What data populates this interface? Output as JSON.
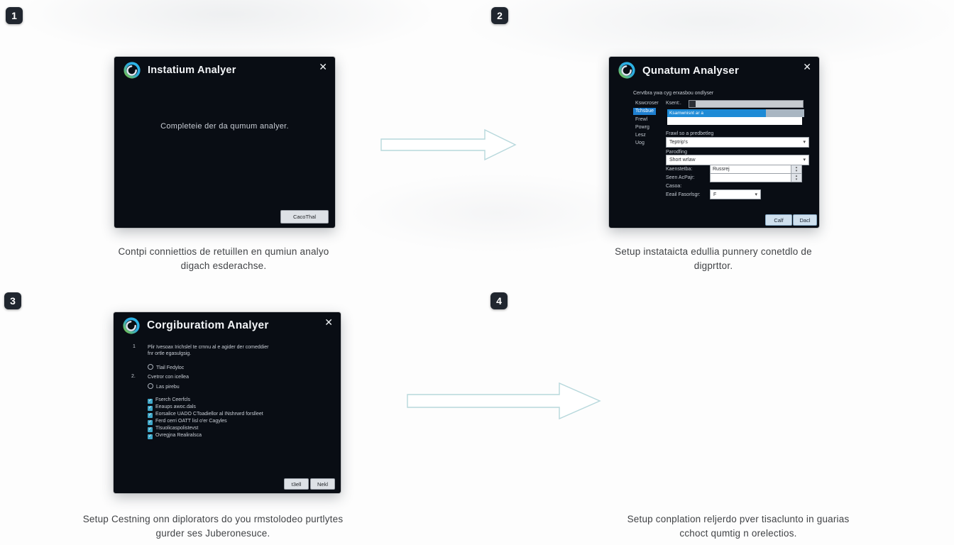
{
  "badges": {
    "b1": "1",
    "b2": "2",
    "b3": "3",
    "b4": "4"
  },
  "captions": {
    "c1a": "Contpi conniettios de retuillen en qumiun analyo",
    "c1b": "digach esderachse.",
    "c2a": "Setup instataicta edullia punnery conetdlo de",
    "c2b": "digprttor.",
    "c3a": "Setup Cestning onn diplorators do you rmstolodeo purtlytes",
    "c3b": "gurder ses Juberonesuce.",
    "c4a": "Setup conplation reljerdo pver tisaclunto in guarias",
    "c4b": "cchoct qumtig n orelectios."
  },
  "w1": {
    "title": "Instatium Analyer",
    "close": "✕",
    "body_text": "Completeie der da qumum analyer.",
    "button": "CacoThal"
  },
  "w2": {
    "title": "Qunatum Analyser",
    "close": "✕",
    "header": "Cervtbra ywa cyg erxasbou ondlyser",
    "sidebar": [
      "Kswcroser",
      "Tchsbue",
      "Frewl",
      "Powrg",
      "Lesz",
      "Uog"
    ],
    "name_label": "Ksent:.",
    "list_selected": "Ksamwnisnt ar a",
    "dd1_label": "Frawl so a predbetleg",
    "dd1_value": "Teptrip's",
    "dd2_label": "Parodfing",
    "dd2_value": "Short wrlaw",
    "spin1_label": "Kaenstetba:",
    "spin1_value": "Russrej",
    "spin2_label": "Seen AcPajr:",
    "spin2_value": "",
    "caso_label": "Casoa:",
    "email_label": "Eeail Fasorlsgr:",
    "email_value": "F",
    "btn1": "Calf",
    "btn2": "Dacl"
  },
  "w3": {
    "title": "Corgiburatiom Analyer",
    "close": "✕",
    "item1_num": "1",
    "item1_line1": "Plir Ivesoax Irichslel te crnnu al e agider der comeddier",
    "item1_line2": "fnr ortle egasulgsig.",
    "radio1": "Tlail Fedyloc",
    "item2_num": "2.",
    "item2_text": "Cvetror con icellea",
    "radio2": "Las pirebu",
    "checkboxes": [
      "Fserch Ceerfcls",
      "Eeaups awoc.dals",
      "Eorsalice UADO CToadiellor al INshrwrd forslleet",
      "Ferd cerri OATT lisl o'er Cagyles",
      "Tlsuolicaspolistevst",
      "Ovregjna Realiralsca"
    ],
    "btn1": "t3ell",
    "btn2": "Nekl"
  }
}
